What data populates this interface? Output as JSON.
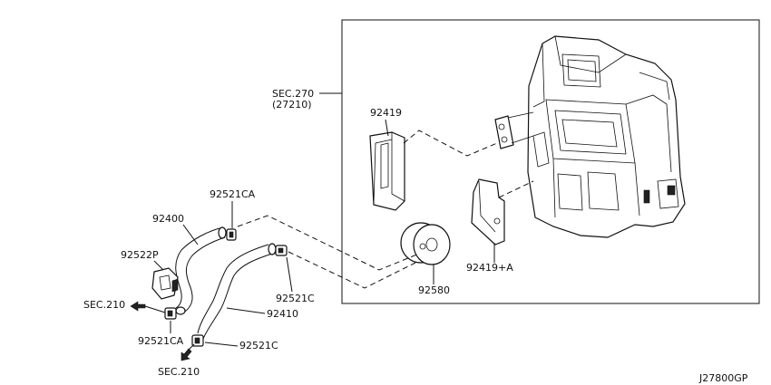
{
  "diagram": {
    "sec270_label": "SEC.270",
    "sec270_sub": "(27210)",
    "sec210_left": "SEC.210",
    "sec210_bottom": "SEC.210",
    "part_92419": "92419",
    "part_92419a": "92419+A",
    "part_92580": "92580",
    "part_92521ca_top": "92521CA",
    "part_92400": "92400",
    "part_92522p": "92522P",
    "part_92521c_right": "92521C",
    "part_92410": "92410",
    "part_92521ca_bottom": "92521CA",
    "part_92521c_bottom": "92521C",
    "figure_code": "J27800GP"
  }
}
